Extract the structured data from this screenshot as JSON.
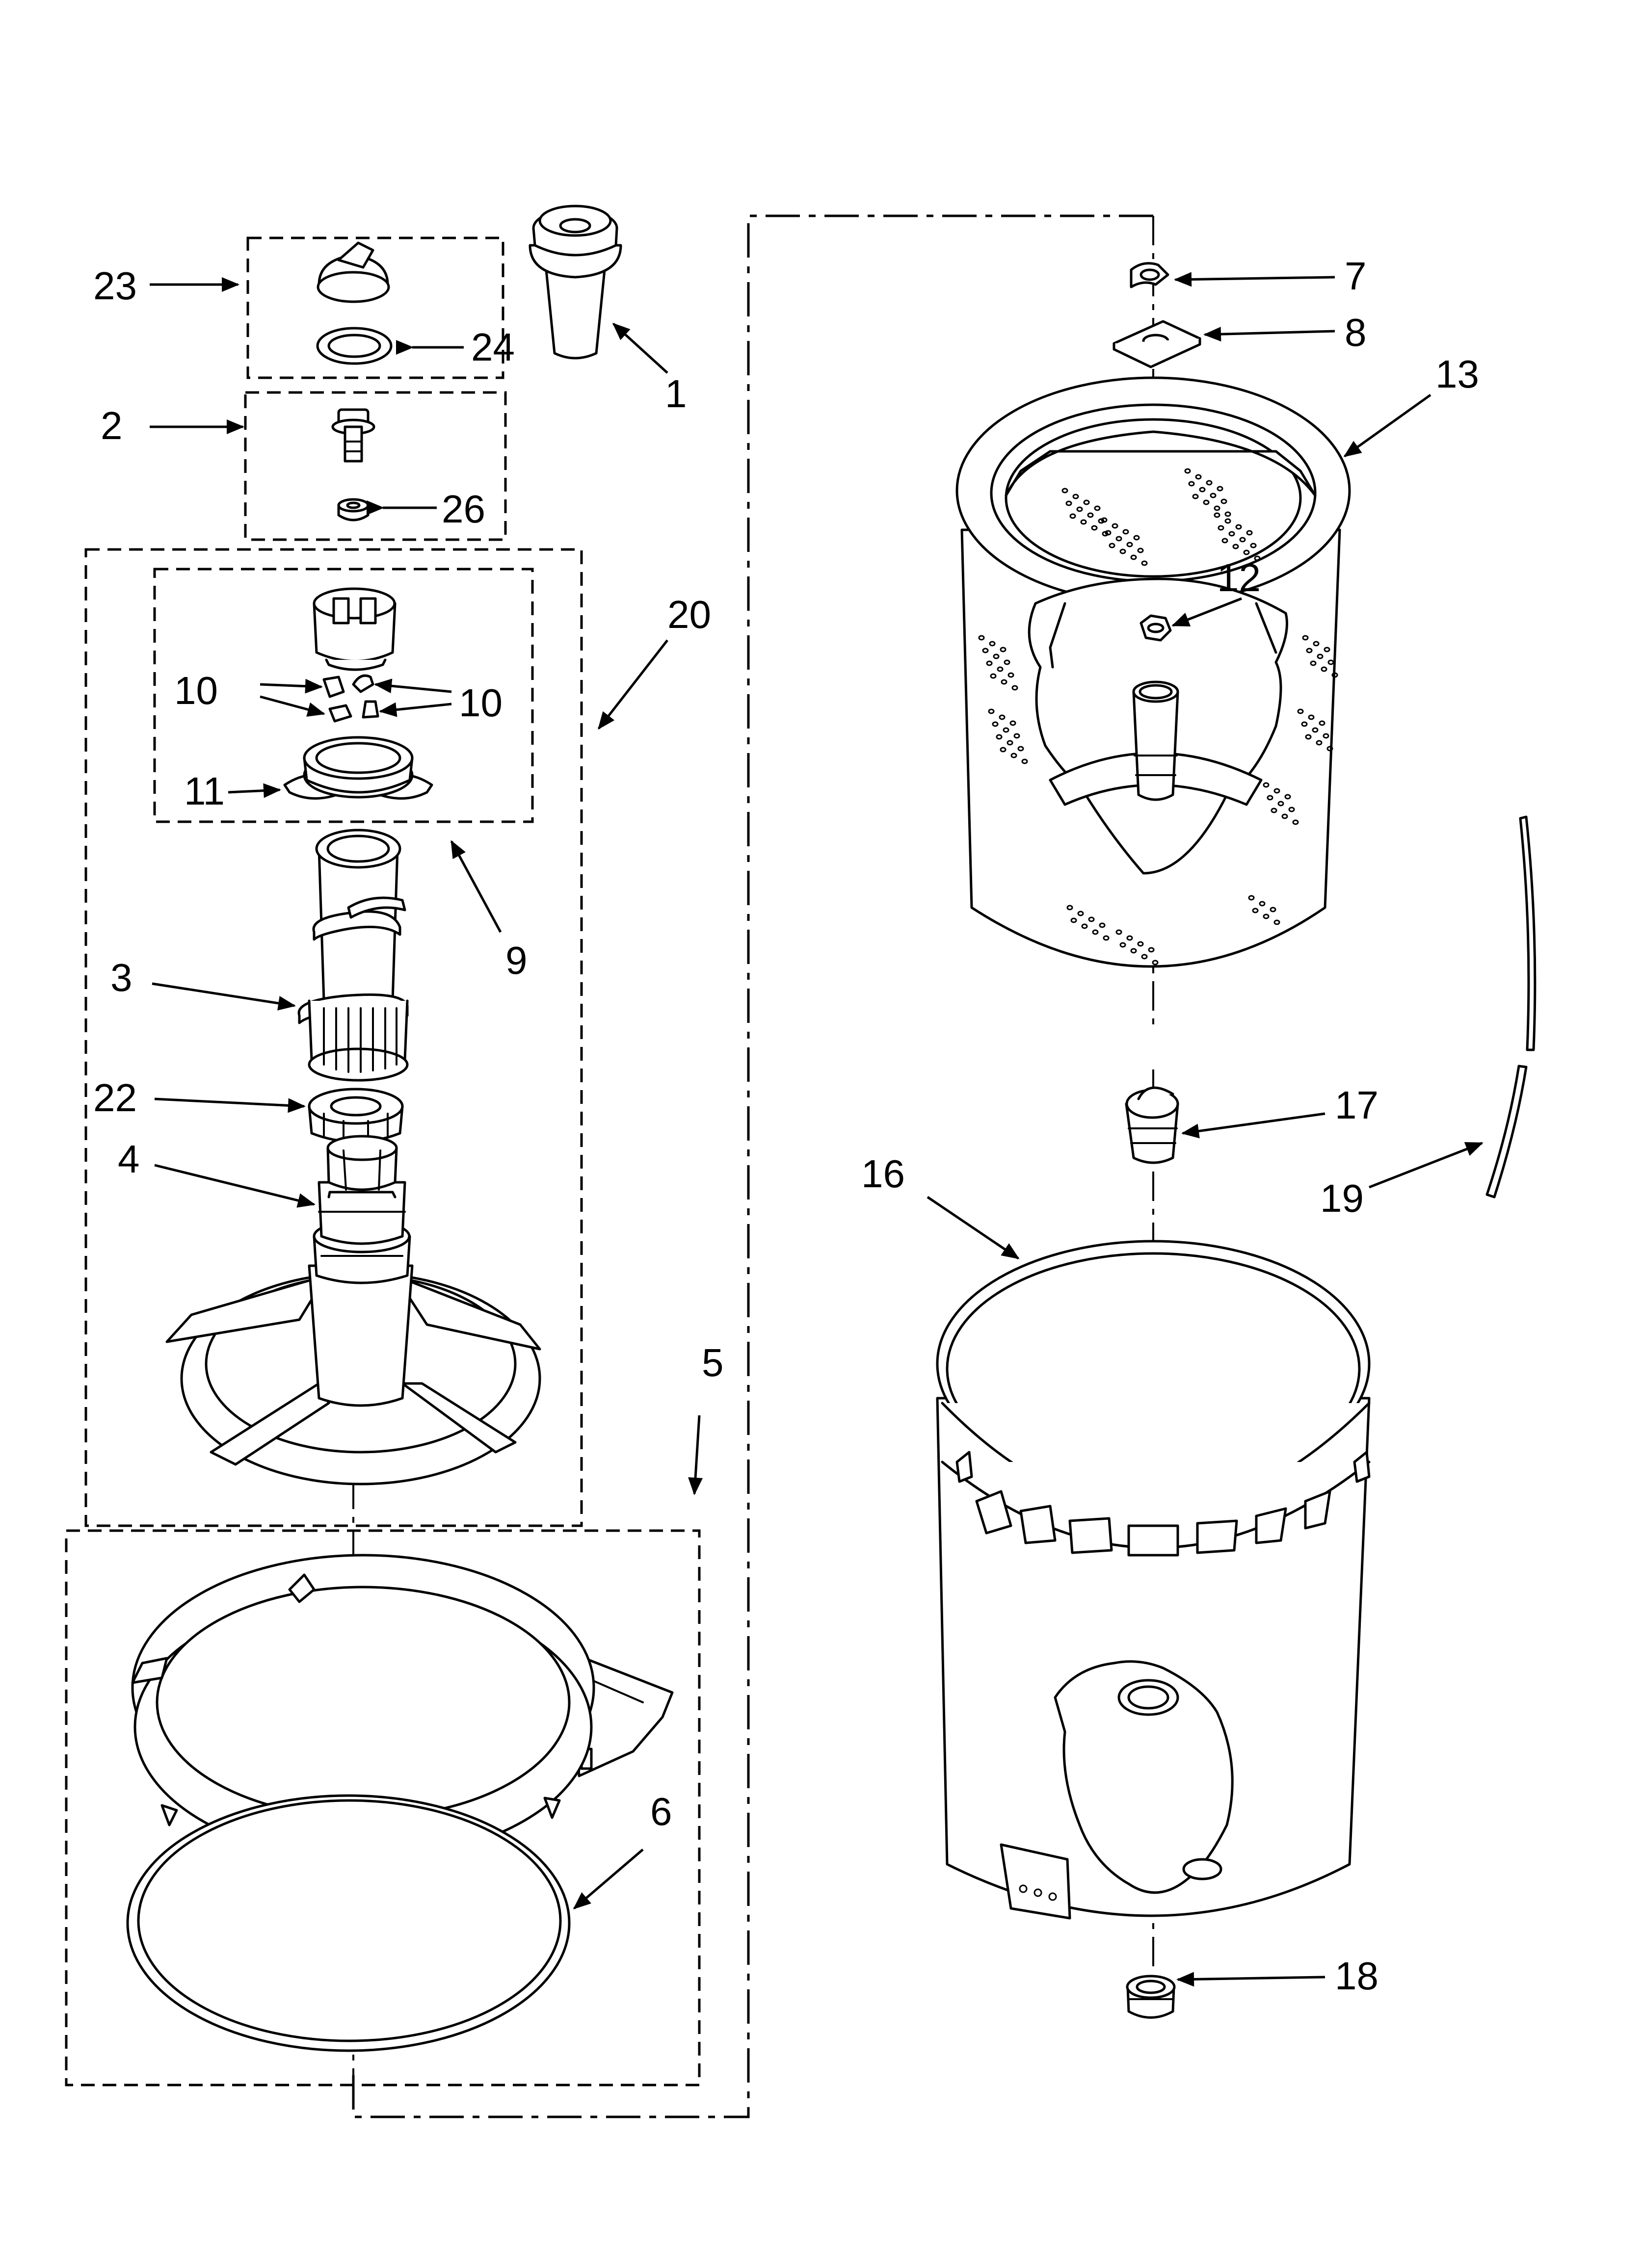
{
  "diagram": {
    "callouts": [
      {
        "id": "1",
        "text": "1"
      },
      {
        "id": "2",
        "text": "2"
      },
      {
        "id": "3",
        "text": "3"
      },
      {
        "id": "4",
        "text": "4"
      },
      {
        "id": "5",
        "text": "5"
      },
      {
        "id": "6",
        "text": "6"
      },
      {
        "id": "7",
        "text": "7"
      },
      {
        "id": "8",
        "text": "8"
      },
      {
        "id": "9",
        "text": "9"
      },
      {
        "id": "10a",
        "text": "10"
      },
      {
        "id": "10b",
        "text": "10"
      },
      {
        "id": "11",
        "text": "11"
      },
      {
        "id": "12",
        "text": "12"
      },
      {
        "id": "13",
        "text": "13"
      },
      {
        "id": "16",
        "text": "16"
      },
      {
        "id": "17",
        "text": "17"
      },
      {
        "id": "18",
        "text": "18"
      },
      {
        "id": "19",
        "text": "19"
      },
      {
        "id": "20",
        "text": "20"
      },
      {
        "id": "22",
        "text": "22"
      },
      {
        "id": "23",
        "text": "23"
      },
      {
        "id": "24",
        "text": "24"
      },
      {
        "id": "26",
        "text": "26"
      }
    ]
  }
}
